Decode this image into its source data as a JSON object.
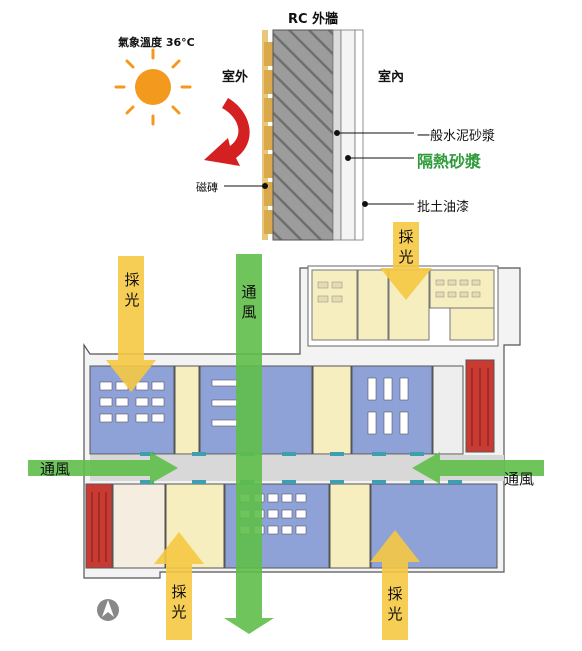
{
  "wall_section": {
    "title": "RC 外牆",
    "outdoor": "室外",
    "indoor": "室內",
    "temperature": "氣象溫度 36°C",
    "tile": "磁磚",
    "layers": [
      "一般水泥砂漿",
      "隔熱砂漿",
      "批土油漆"
    ]
  },
  "floor_plan": {
    "daylight_labels": [
      "採光",
      "採光",
      "採光",
      "採光"
    ],
    "ventilation_labels": [
      "通風",
      "通風",
      "通風"
    ]
  },
  "colors": {
    "insulation_highlight": "#2e9b3a",
    "daylight_arrow": "#f5c842",
    "ventilation_arrow": "#5fbf4a",
    "heat_arrow": "#d42020",
    "sun": "#f39a1e",
    "room_blue": "#8fa2d8",
    "room_yellow": "#f7eec0",
    "stair_red": "#c93a33",
    "corridor_gray": "#d8d8d8"
  },
  "icons": [
    "sun-icon",
    "heat-reflect-arrow-icon",
    "north-arrow-icon"
  ]
}
